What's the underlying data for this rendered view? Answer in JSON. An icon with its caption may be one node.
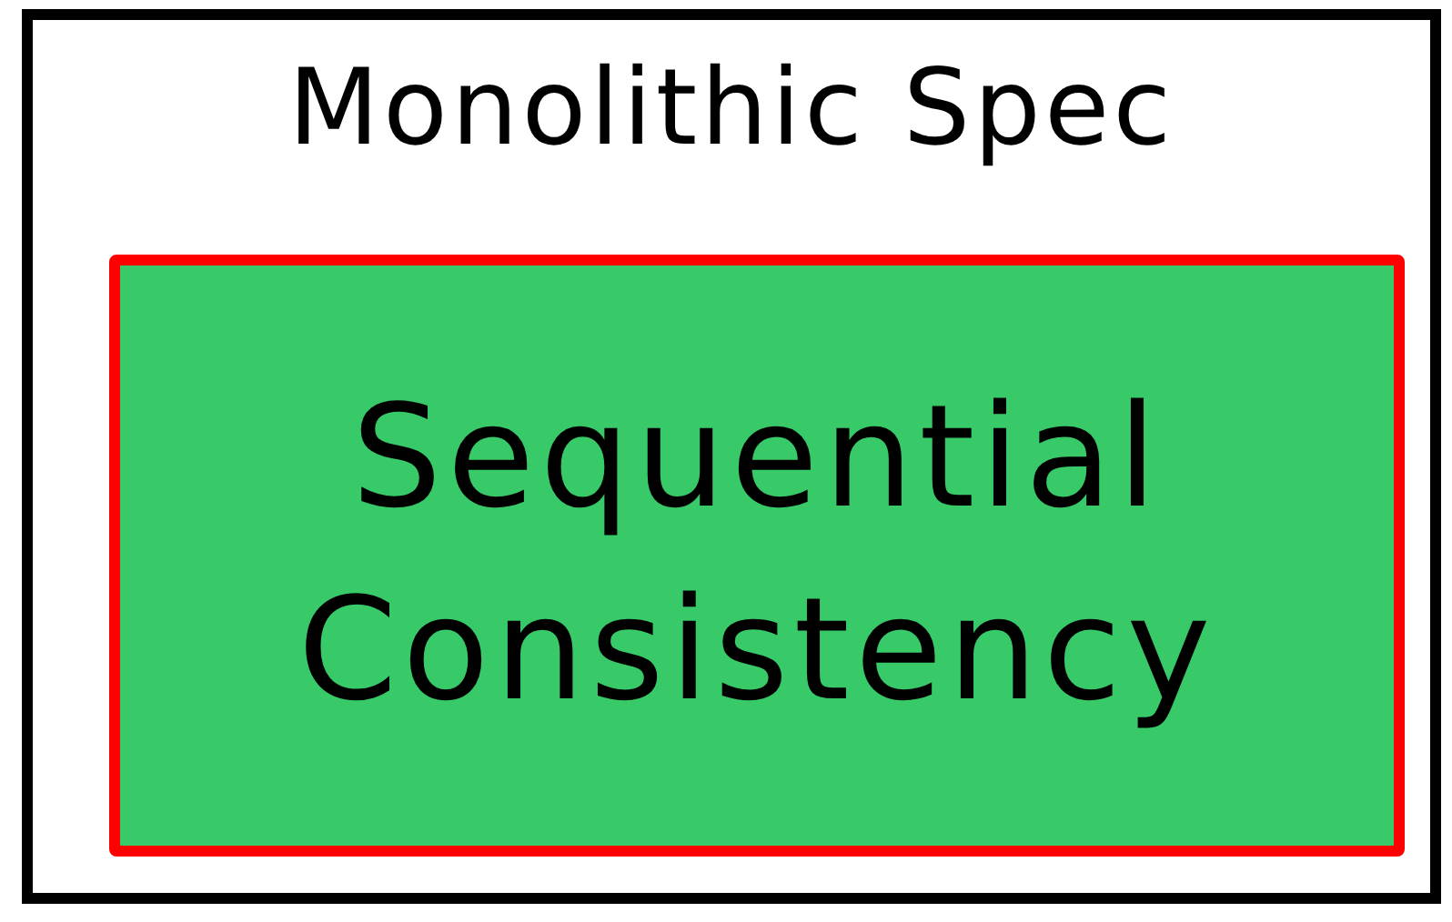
{
  "diagram": {
    "nodes": [
      {
        "text": [
          "Monolithic Spec"
        ]
      },
      {
        "text": [
          "Sequential Consistency"
        ],
        "in": 0
      }
    ]
  }
}
